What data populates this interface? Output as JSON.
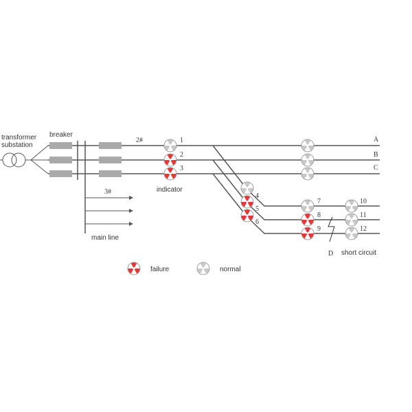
{
  "labels": {
    "transformer_line1": "transformer",
    "transformer_line2": "substation",
    "breaker": "breaker",
    "label_2hash": "2#",
    "label_3hash": "3#",
    "main_line": "main line",
    "indicator": "indicator",
    "phase_a": "A",
    "phase_b": "B",
    "phase_c": "C",
    "fault_point": "D",
    "short_circuit": "short circuit"
  },
  "legend": {
    "failure": "failure",
    "normal": "normal"
  },
  "indicators": [
    {
      "id": "1",
      "state": "normal"
    },
    {
      "id": "2",
      "state": "failure"
    },
    {
      "id": "3",
      "state": "failure"
    },
    {
      "id": "4",
      "state": "normal"
    },
    {
      "id": "5",
      "state": "failure"
    },
    {
      "id": "6",
      "state": "failure"
    },
    {
      "id": "7",
      "state": "normal"
    },
    {
      "id": "8",
      "state": "failure"
    },
    {
      "id": "9",
      "state": "failure"
    },
    {
      "id": "10",
      "state": "normal"
    },
    {
      "id": "11",
      "state": "normal"
    },
    {
      "id": "12",
      "state": "normal"
    }
  ],
  "colors": {
    "failure": "#e23a3a",
    "normal": "#c8c8c8",
    "line": "#555555",
    "breaker": "#aaaaaa"
  }
}
